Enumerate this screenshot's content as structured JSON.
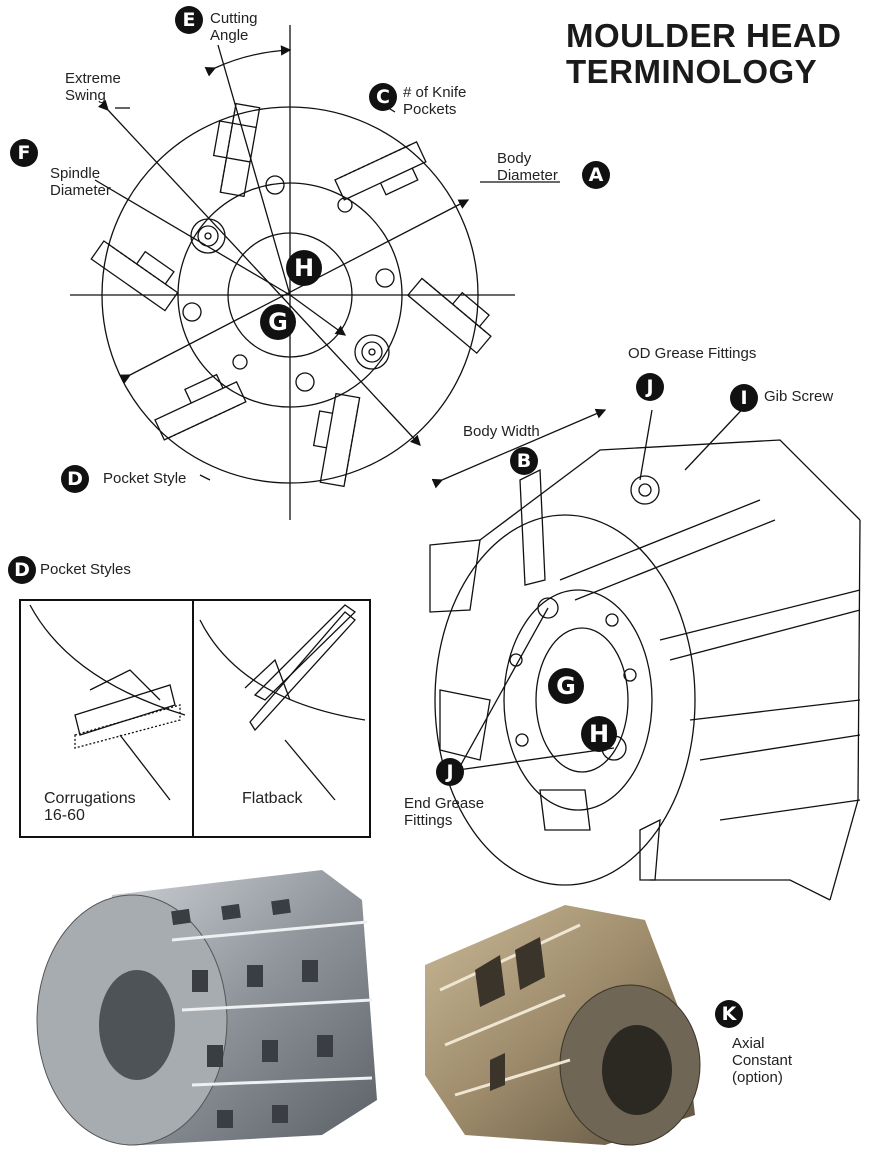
{
  "title": {
    "line1": "MOULDER HEAD",
    "line2": "TERMINOLOGY"
  },
  "badges": {
    "a": "A",
    "b": "B",
    "c": "C",
    "d": "D",
    "e": "E",
    "f": "F",
    "g": "G",
    "h": "H",
    "i": "I",
    "j": "J",
    "k": "K"
  },
  "labels": {
    "cutting_angle": "Cutting\nAngle",
    "extreme_swing": "Extreme\nSwing",
    "knife_pockets": "# of Knife\nPockets",
    "body_diameter": "Body\nDiameter",
    "spindle_diameter": "Spindle\nDiameter",
    "pocket_style": "Pocket Style",
    "od_grease": "OD Grease Fittings",
    "body_width": "Body Width",
    "gib_screw": "Gib Screw",
    "pocket_styles": "Pocket Styles",
    "corrugations": "Corrugations\n16-60",
    "flatback": "Flatback",
    "end_grease": "End Grease\nFittings",
    "axial_constant": "Axial\nConstant\n(option)"
  },
  "colors": {
    "line": "#111111",
    "photo_steel": "#9aa0a6",
    "photo_bronze": "#9c8a6a"
  }
}
